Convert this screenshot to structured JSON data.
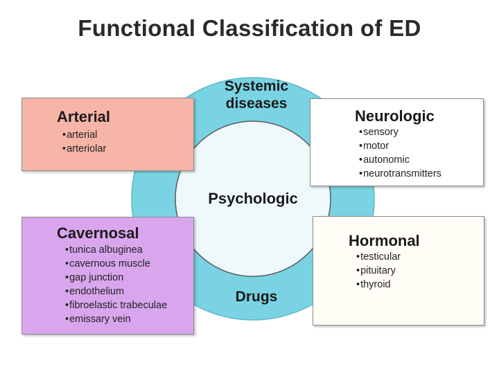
{
  "title": "Functional Classification of ED",
  "center": {
    "label": "Psychologic",
    "ring_top": [
      "Systemic",
      "diseases"
    ],
    "ring_bottom": "Drugs"
  },
  "boxes": {
    "arterial": {
      "heading": "Arterial",
      "items": [
        "arterial",
        "arteriolar"
      ]
    },
    "cavernosal": {
      "heading": "Cavernosal",
      "items": [
        "tunica albuginea",
        "cavernous muscle",
        "gap junction",
        "endothelium",
        "fibroelastic trabeculae",
        "emissary vein"
      ]
    },
    "neurologic": {
      "heading": "Neurologic",
      "items": [
        "sensory",
        "motor",
        "autonomic",
        "neurotransmitters"
      ]
    },
    "hormonal": {
      "heading": "Hormonal",
      "items": [
        "testicular",
        "pituitary",
        "thyroid"
      ]
    }
  },
  "colors": {
    "ring": "#79d3e2",
    "inner_circle": "#eef9fb",
    "arterial_fill": "#f6b5a7",
    "cavernosal_fill": "#d9a6ee",
    "neurologic_fill": "#ffffff",
    "hormonal_fill": "#fffdf6"
  }
}
